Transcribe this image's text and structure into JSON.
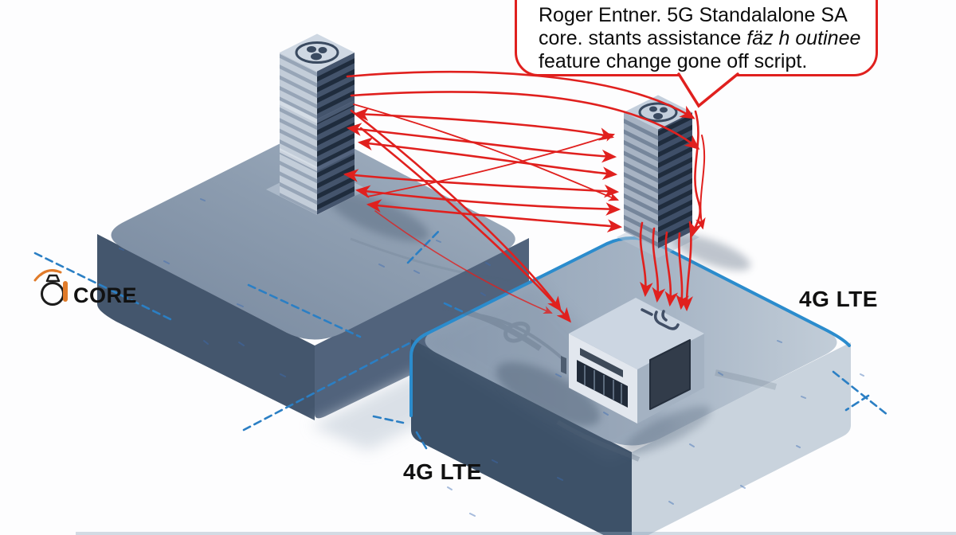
{
  "bubble": {
    "line1": "Roger Entner. 5G Standalalone SA",
    "line2_normal": "core. stants assistance ",
    "line2_italic": "fäz h outinee",
    "line3": "feature change gone off script."
  },
  "labels": {
    "core": "CORE",
    "lte_right": "4G LTE",
    "lte_bottom": "4G LTE"
  },
  "colors": {
    "arrow": "#e0201e",
    "bubble_border": "#e0201e",
    "highlight_outline": "#2b8ccd",
    "dash": "#2b7fc4",
    "core_icon_accent": "#e07b2a",
    "platform_dark_face": "#44566d",
    "platform_light_top": "#a2b1c2",
    "label_text": "#111111"
  },
  "icons": {
    "core": "antenna-bulb-icon",
    "tower_logo": "circle-emblem-icon",
    "device_logo": "bracket-mark-icon"
  },
  "nodes": [
    {
      "id": "core-platform",
      "label": "CORE",
      "type": "platform"
    },
    {
      "id": "core-server-tower",
      "label": "",
      "type": "server-stack"
    },
    {
      "id": "sa-server-tower",
      "label": "",
      "type": "server-stack"
    },
    {
      "id": "lte-platform",
      "label": "4G LTE",
      "type": "platform"
    },
    {
      "id": "base-station-device",
      "label": "",
      "type": "device"
    }
  ],
  "edges": [
    {
      "from": "core-server-tower",
      "to": "sa-server-tower",
      "style": "red-arrows-bidirectional"
    },
    {
      "from": "core-server-tower",
      "to": "base-station-device",
      "style": "red-arrows"
    },
    {
      "from": "sa-server-tower",
      "to": "base-station-device",
      "style": "red-arrows-down"
    }
  ]
}
